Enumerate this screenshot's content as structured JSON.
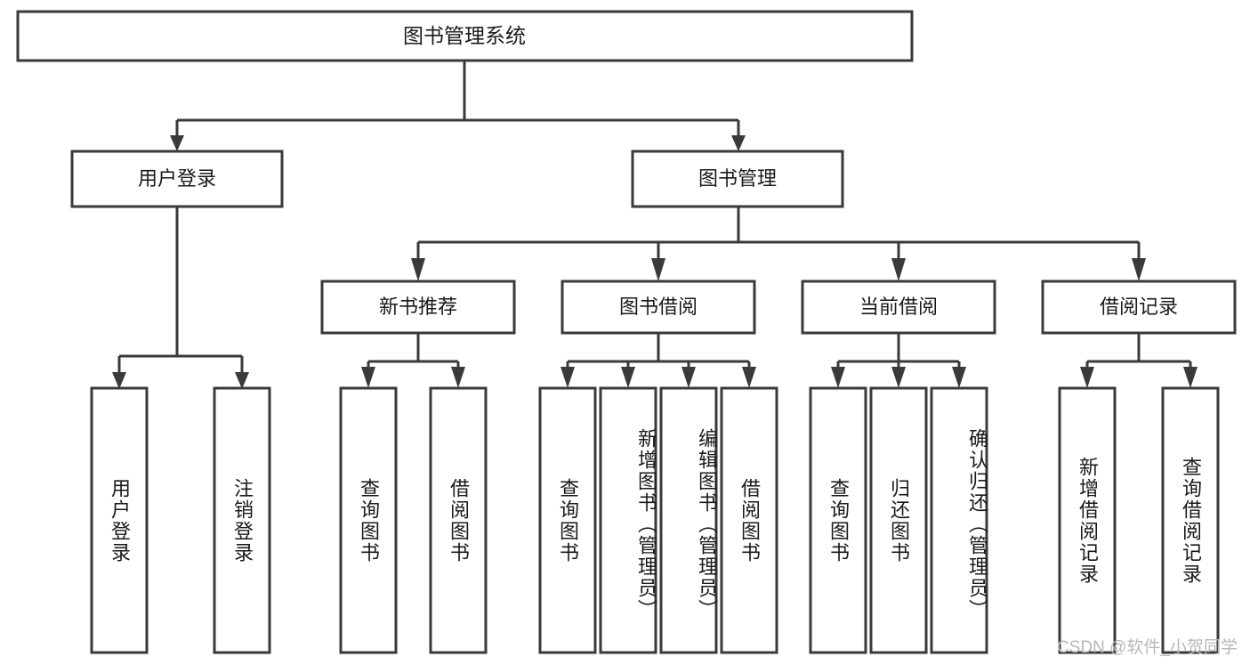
{
  "diagram": {
    "type": "tree-hierarchy-chart",
    "title": "图书管理系统",
    "root": {
      "id": "root",
      "label": "图书管理系统",
      "orientation": "horizontal"
    },
    "level2": [
      {
        "id": "user-login",
        "label": "用户登录",
        "orientation": "horizontal"
      },
      {
        "id": "book-manage",
        "label": "图书管理",
        "orientation": "horizontal"
      }
    ],
    "level3": [
      {
        "id": "new-book-recommend",
        "label": "新书推荐",
        "orientation": "horizontal",
        "parent": "book-manage"
      },
      {
        "id": "book-borrow",
        "label": "图书借阅",
        "orientation": "horizontal",
        "parent": "book-manage"
      },
      {
        "id": "current-borrow",
        "label": "当前借阅",
        "orientation": "horizontal",
        "parent": "book-manage"
      },
      {
        "id": "borrow-record",
        "label": "借阅记录",
        "orientation": "horizontal",
        "parent": "book-manage"
      }
    ],
    "leaves": [
      {
        "id": "leaf-user-login",
        "label": "用户登录",
        "parent": "user-login",
        "orientation": "vertical"
      },
      {
        "id": "leaf-user-logout",
        "label": "注销登录",
        "parent": "user-login",
        "orientation": "vertical"
      },
      {
        "id": "leaf-query-book-1",
        "label": "查询图书",
        "parent": "new-book-recommend",
        "orientation": "vertical"
      },
      {
        "id": "leaf-borrow-book-1",
        "label": "借阅图书",
        "parent": "new-book-recommend",
        "orientation": "vertical"
      },
      {
        "id": "leaf-query-book-2",
        "label": "查询图书",
        "parent": "book-borrow",
        "orientation": "vertical"
      },
      {
        "id": "leaf-add-book",
        "label": "新增图书（管理员）",
        "parent": "book-borrow",
        "orientation": "vertical"
      },
      {
        "id": "leaf-edit-book",
        "label": "编辑图书（管理员）",
        "parent": "book-borrow",
        "orientation": "vertical"
      },
      {
        "id": "leaf-borrow-book-2",
        "label": "借阅图书",
        "parent": "book-borrow",
        "orientation": "vertical"
      },
      {
        "id": "leaf-query-book-3",
        "label": "查询图书",
        "parent": "current-borrow",
        "orientation": "vertical"
      },
      {
        "id": "leaf-return-book",
        "label": "归还图书",
        "parent": "current-borrow",
        "orientation": "vertical"
      },
      {
        "id": "leaf-confirm-return",
        "label": "确认归还（管理员）",
        "parent": "current-borrow",
        "orientation": "vertical"
      },
      {
        "id": "leaf-add-record",
        "label": "新增借阅记录",
        "parent": "borrow-record",
        "orientation": "vertical"
      },
      {
        "id": "leaf-query-record",
        "label": "查询借阅记录",
        "parent": "borrow-record",
        "orientation": "vertical"
      }
    ],
    "watermark": "CSDN @软件_小贺同学",
    "colors": {
      "stroke": "#3a3a3a",
      "fill": "#ffffff",
      "text": "#1a1a1a",
      "watermark": "#b9b9b9"
    }
  }
}
